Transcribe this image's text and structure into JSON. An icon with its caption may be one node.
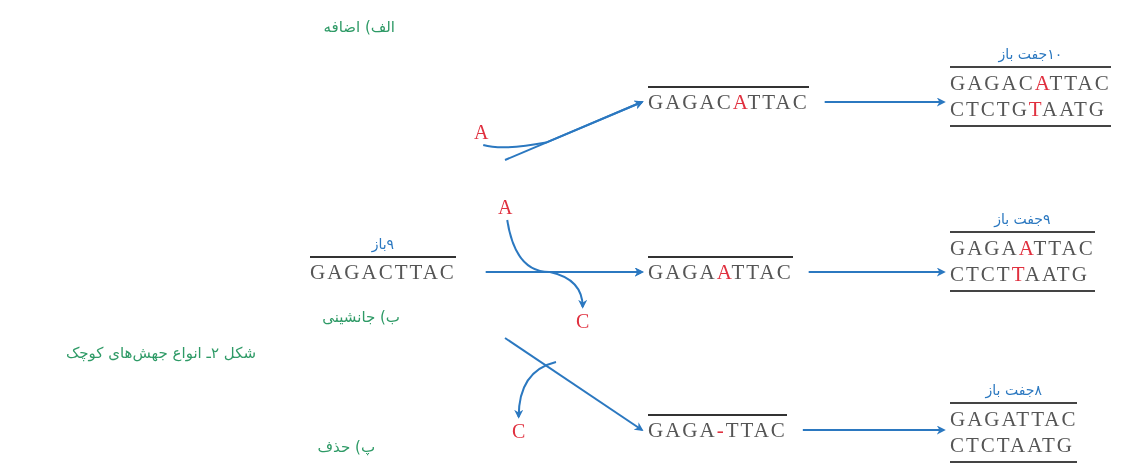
{
  "diagram": {
    "caption": "شکل ۲ـ انواع جهش‌های کوچک",
    "nodes": [
      {
        "text": [
          "۹باز",
          "GAGACTTAC"
        ]
      },
      {
        "text": [
          "A"
        ]
      },
      {
        "text": [
          "GAGACATTAC"
        ]
      },
      {
        "text": [
          "۱۰جفت باز",
          "GAGACATTAC",
          "CTCTGTAATG"
        ]
      },
      {
        "text": [
          "A"
        ]
      },
      {
        "text": [
          "C"
        ]
      },
      {
        "text": [
          "GAGAATTAC"
        ]
      },
      {
        "text": [
          "۹جفت باز",
          "GAGAATTAC",
          "CTCTTAATG"
        ]
      },
      {
        "text": [
          "C"
        ]
      },
      {
        "text": [
          "GAGA-TTAC"
        ]
      },
      {
        "text": [
          "۸جفت باز",
          "GAGATTAC",
          "CTCTAATG"
        ]
      }
    ],
    "edges": [
      {
        "from": null,
        "to": 2,
        "arrow": "to"
      },
      {
        "from": 1,
        "to": 2,
        "arrow": "to"
      },
      {
        "from": 0,
        "to": 6,
        "arrow": "to"
      },
      {
        "from": 4,
        "to": 6,
        "arrow": "to"
      },
      {
        "from": 0,
        "to": 5,
        "arrow": "to"
      },
      {
        "from": null,
        "to": 9,
        "arrow": "to"
      },
      {
        "from": null,
        "to": 8,
        "arrow": "to"
      },
      {
        "from": 2,
        "to": 3,
        "arrow": "to"
      },
      {
        "from": 6,
        "to": 7,
        "arrow": "to"
      },
      {
        "from": 9,
        "to": 10,
        "arrow": "to"
      }
    ],
    "labels": [
      "الف) اضافه",
      "ب) جانشینی",
      "پ) حذف"
    ]
  }
}
